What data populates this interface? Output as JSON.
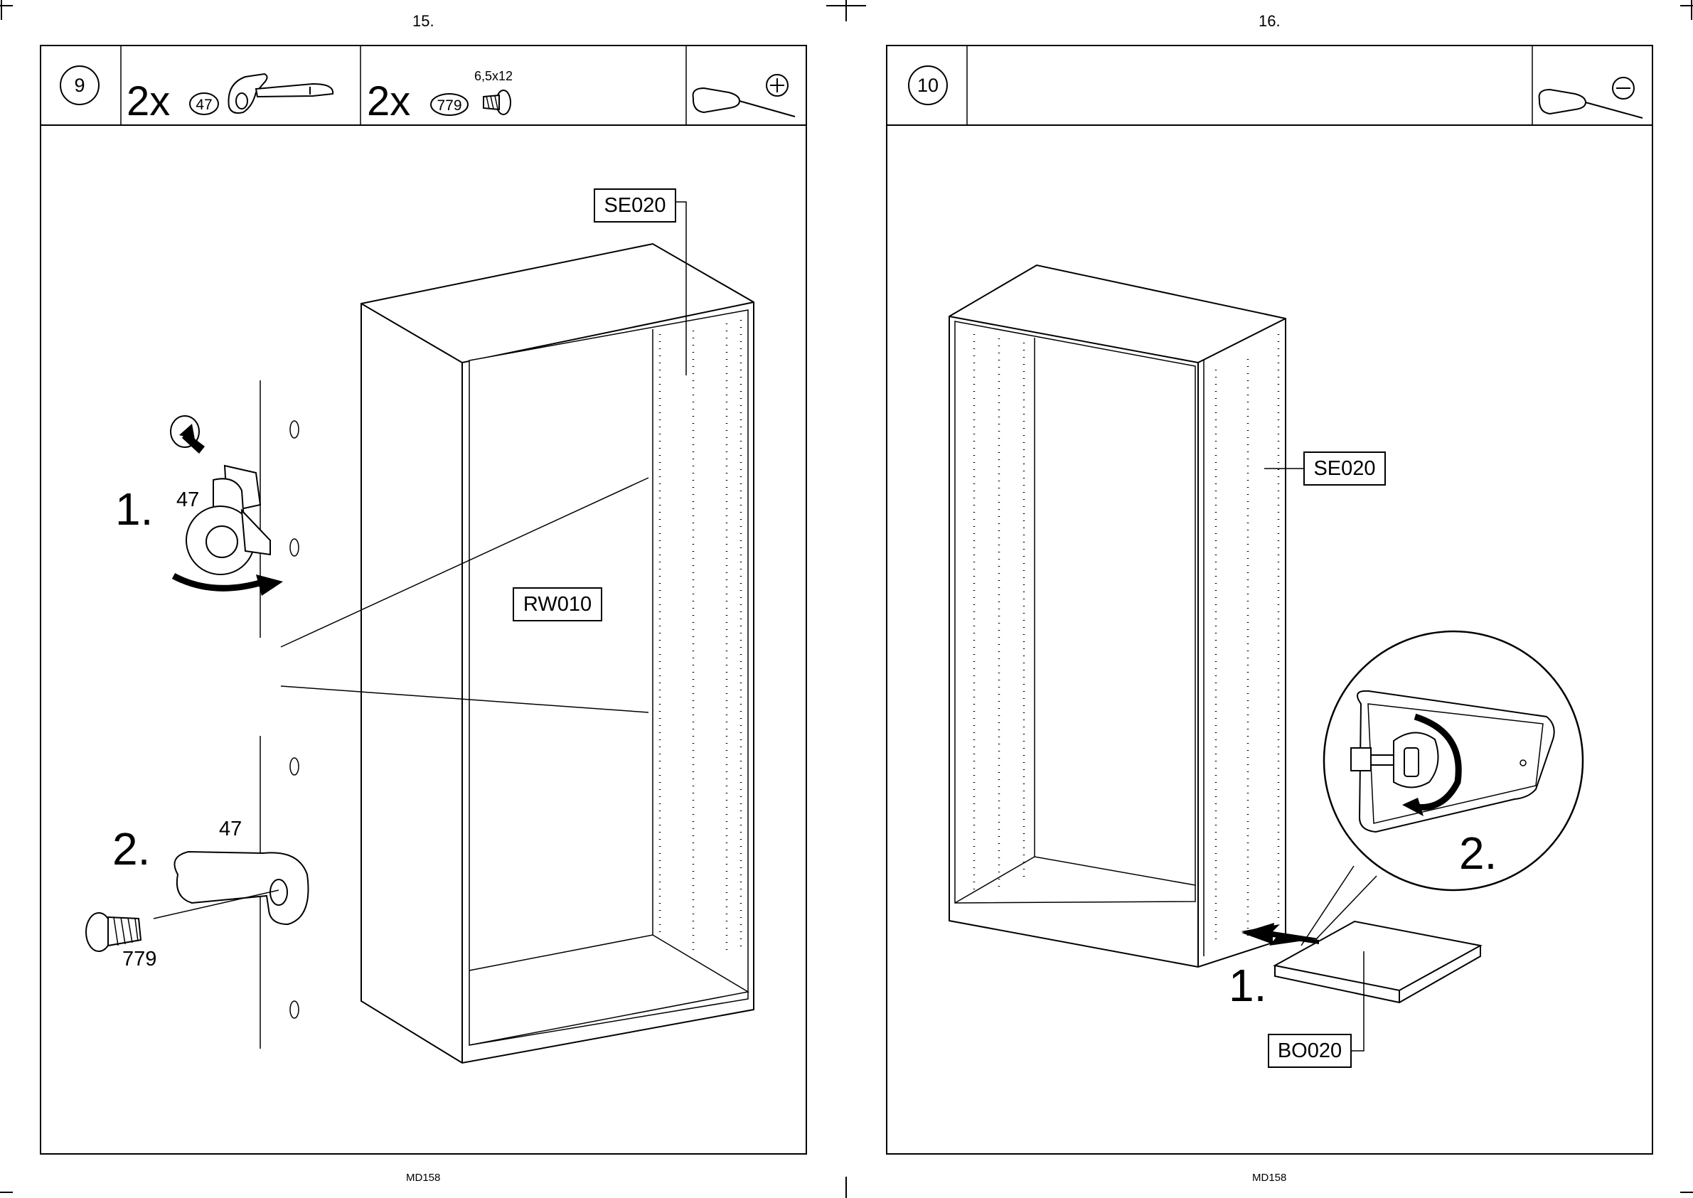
{
  "left_page": {
    "page_number": "15.",
    "footer": "MD158",
    "step": {
      "number": "9",
      "parts": [
        {
          "qty": "2x",
          "part_id": "47"
        },
        {
          "qty": "2x",
          "part_id": "779",
          "size": "6,5x12"
        }
      ],
      "tool": "phillips-screwdriver"
    },
    "labels": {
      "side_panel": "SE020",
      "back_panel": "RW010",
      "step1": "1.",
      "step1_part": "47",
      "step2": "2.",
      "step2_part": "47",
      "screw": "779"
    }
  },
  "right_page": {
    "page_number": "16.",
    "footer": "MD158",
    "step": {
      "number": "10",
      "tool": "flat-screwdriver"
    },
    "labels": {
      "side_panel": "SE020",
      "bottom_panel": "BO020",
      "step1": "1.",
      "step2": "2."
    }
  }
}
